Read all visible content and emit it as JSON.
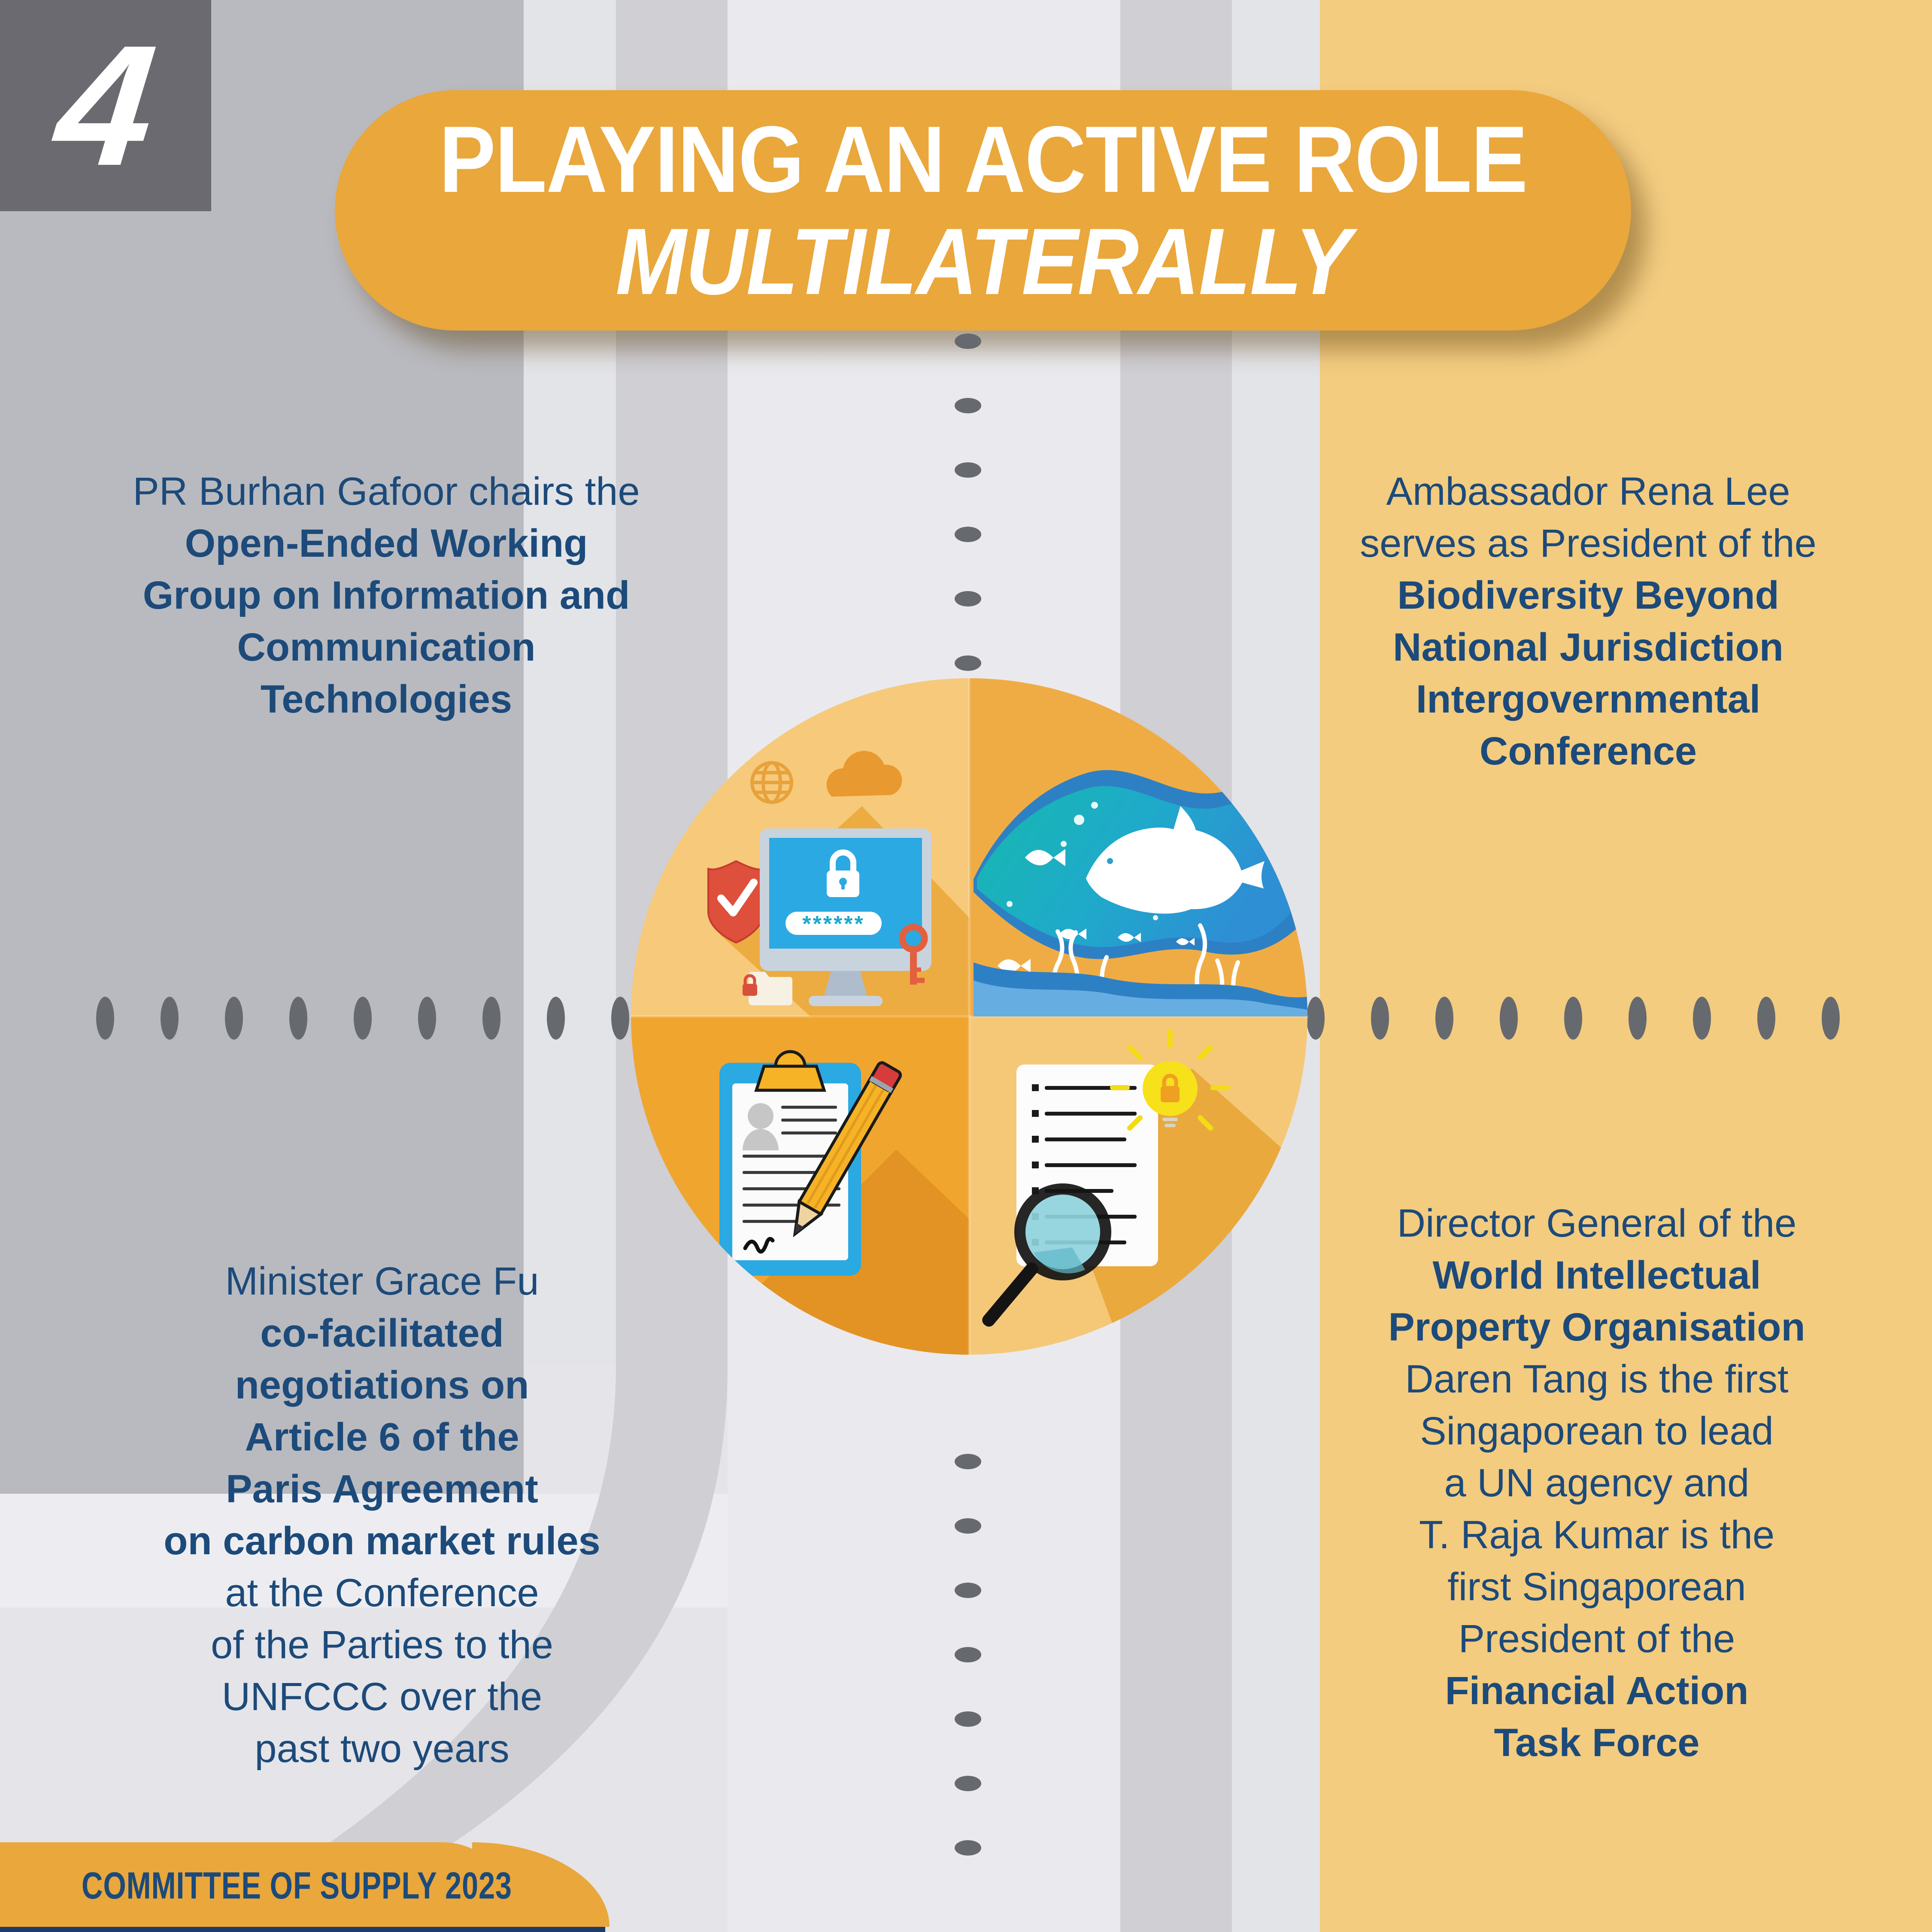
{
  "badge": {
    "number": "4"
  },
  "title": {
    "line1": "PLAYING AN ACTIVE ROLE",
    "line2": "MULTILATERALLY"
  },
  "blocks": {
    "top_left": {
      "lines": [
        {
          "t": "PR Burhan Gafoor chairs the",
          "b": false
        },
        {
          "t": "Open-Ended Working",
          "b": true
        },
        {
          "t": "Group on Information and",
          "b": true
        },
        {
          "t": "Communication",
          "b": true
        },
        {
          "t": "Technologies",
          "b": true
        }
      ]
    },
    "top_right": {
      "lines": [
        {
          "t": "Ambassador Rena Lee",
          "b": false
        },
        {
          "t": "serves as President of the",
          "b": false
        },
        {
          "t": "Biodiversity Beyond",
          "b": true
        },
        {
          "t": "National Jurisdiction",
          "b": true
        },
        {
          "t": "Intergovernmental",
          "b": true
        },
        {
          "t": "Conference",
          "b": true
        }
      ]
    },
    "bottom_left": {
      "lines": [
        {
          "t": "Minister Grace Fu",
          "b": false
        },
        {
          "t": "co-facilitated",
          "b": true
        },
        {
          "t": "negotiations on",
          "b": true
        },
        {
          "t": "Article 6 of the",
          "b": true
        },
        {
          "t": "Paris Agreement",
          "b": true
        },
        {
          "t": "on carbon market rules",
          "b": true
        },
        {
          "t": "at the Conference",
          "b": false
        },
        {
          "t": "of the Parties to the",
          "b": false
        },
        {
          "t": "UNFCCC over the",
          "b": false
        },
        {
          "t": "past two years",
          "b": false
        }
      ]
    },
    "bottom_right": {
      "lines": [
        {
          "t": "Director General of the",
          "b": false
        },
        {
          "t": "World Intellectual",
          "b": true
        },
        {
          "t": "Property Organisation",
          "b": true
        },
        {
          "t": "Daren Tang is the first",
          "b": false
        },
        {
          "t": "Singaporean to lead",
          "b": false
        },
        {
          "t": "a UN agency and",
          "b": false
        },
        {
          "t": "T. Raja Kumar is the",
          "b": false
        },
        {
          "t": "first Singaporean",
          "b": false
        },
        {
          "t": "President of the",
          "b": false
        },
        {
          "t": "Financial Action",
          "b": true
        },
        {
          "t": "Task Force",
          "b": true
        }
      ]
    }
  },
  "footer": {
    "label": "COMMITTEE OF SUPPLY 2023"
  },
  "password_field": "******",
  "illustrations": {
    "top_left": "computer-security: monitor with padlock and password field, shield with checkmark, globe, upload cloud, key, locked folder",
    "top_right": "ocean paper-cut: dolphin, fish, seaweed, bubbles, waves",
    "bottom_left": "clipboard with signed form and pencil",
    "bottom_right": "checklist document, lightbulb with lock, magnifying glass"
  },
  "colors": {
    "orange": "#E9A73C",
    "yellowPanel": "#F3CC80",
    "navy": "#1C4A7A",
    "navyBar": "#1F3C68",
    "grayBandDark": "#B9BABF",
    "stripeLight": "#E3E4E8",
    "stripeMid": "#CFCFD4",
    "column": "#EAEAEE",
    "base": "#E4E4E9",
    "hband": "#EDEDF1",
    "badge": "#6A6A70",
    "dot": "#66696E",
    "qTL": "#F7C97A",
    "qTR": "#F0AC44",
    "qBL": "#F0A52F",
    "qBR": "#F5C878",
    "seaBlue": "#2E80C4",
    "seaTeal": "#16B9AE",
    "screenBlue": "#2BA9E2",
    "accentRed": "#DE4F3C",
    "pencilYellow": "#F6B325",
    "bulbYellow": "#F6E11A"
  }
}
